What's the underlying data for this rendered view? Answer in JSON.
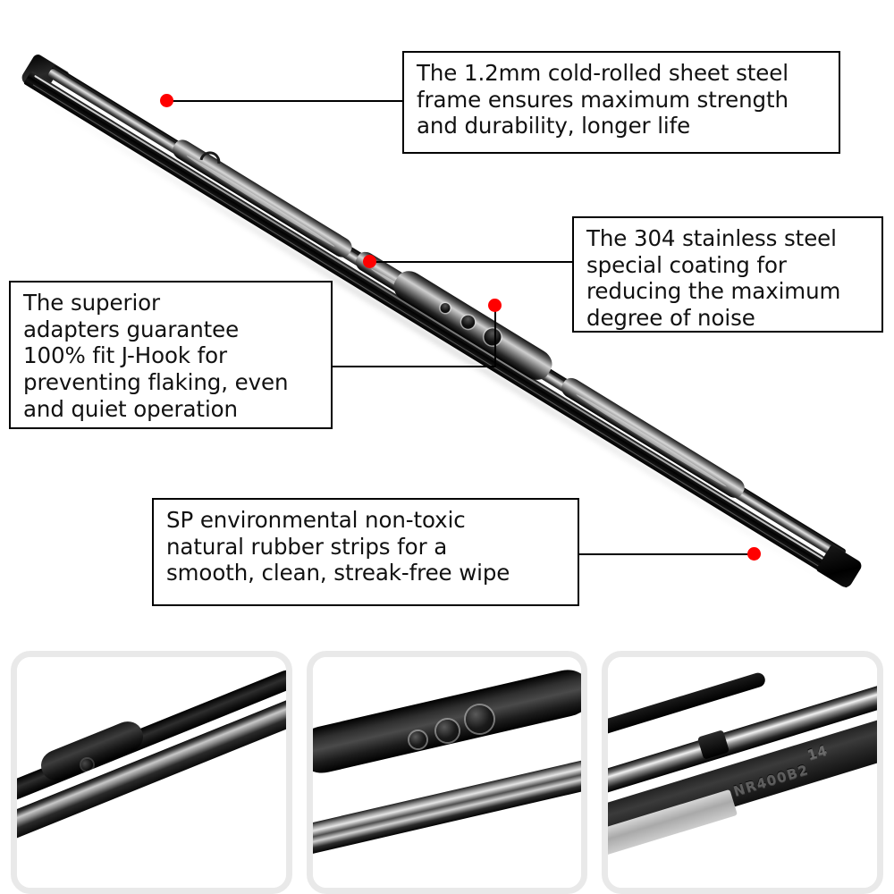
{
  "product": {
    "type": "windshield-wiper-blade",
    "embossed_code": "NR400B2",
    "embossed_size": "14"
  },
  "accent": {
    "dot_color": "#ff0000",
    "line_color": "#000000",
    "box_border": "#000000",
    "panel_border": "#e9e9e9",
    "background": "#ffffff"
  },
  "callouts": [
    {
      "id": "frame",
      "text": "The 1.2mm cold-rolled sheet steel\nframe ensures maximum strength\nand durability, longer life"
    },
    {
      "id": "coating",
      "text": "The 304 stainless steel\nspecial coating for\nreducing the maximum\ndegree of noise"
    },
    {
      "id": "adapter",
      "text": "The superior\nadapters guarantee\n100% fit J-Hook for\npreventing flaking, even\nand quiet operation"
    },
    {
      "id": "rubber",
      "text": "SP environmental non-toxic\nnatural rubber strips for a\nsmooth, clean, streak-free wipe"
    }
  ],
  "thumbnails": [
    {
      "id": "thumb-frame-adapter",
      "caption": ""
    },
    {
      "id": "thumb-center-bridge",
      "caption": ""
    },
    {
      "id": "thumb-rubber-refill",
      "caption": ""
    }
  ]
}
